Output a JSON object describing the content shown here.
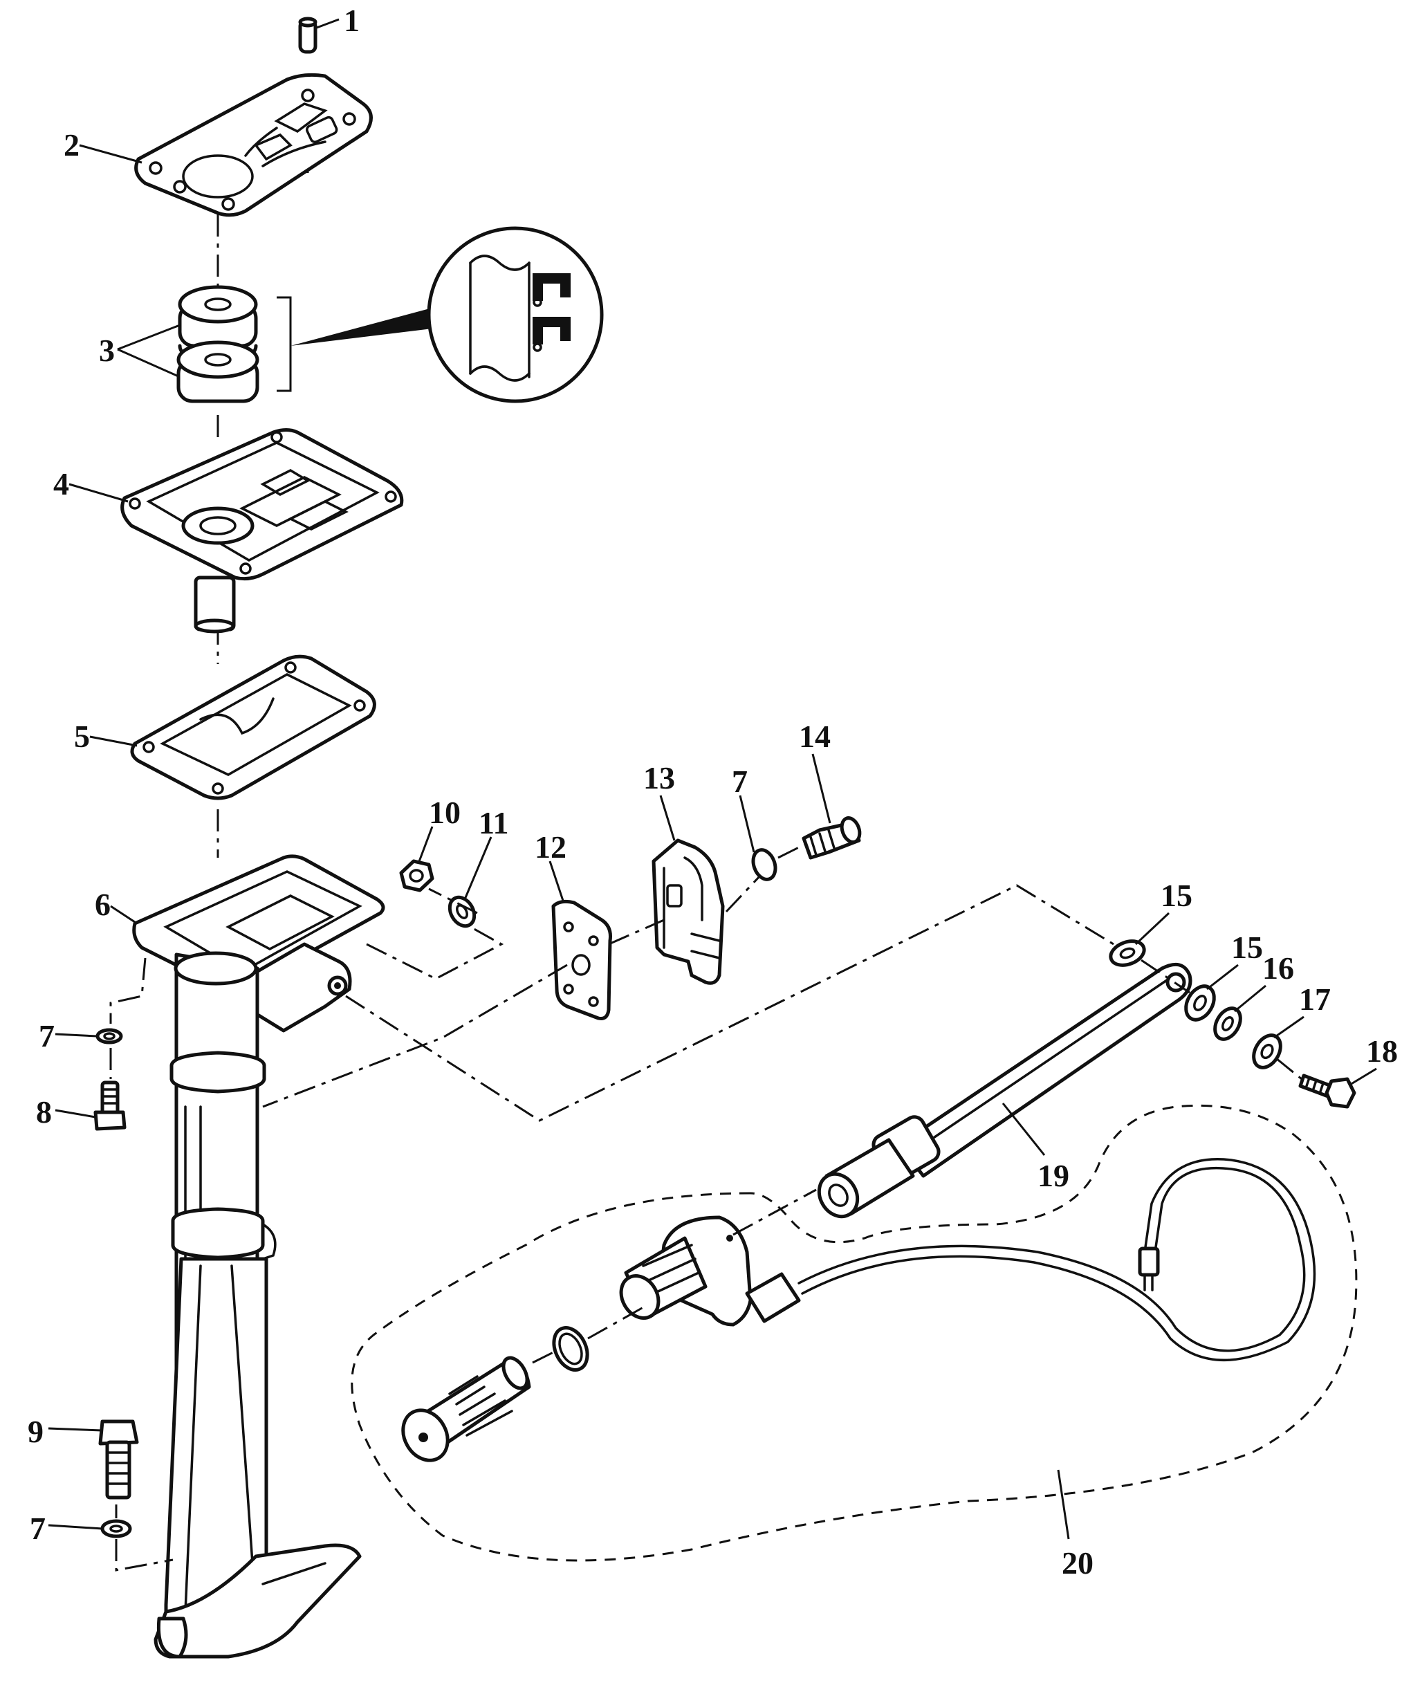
{
  "callouts": [
    {
      "id": "1",
      "label": "1"
    },
    {
      "id": "2",
      "label": "2"
    },
    {
      "id": "3",
      "label": "3"
    },
    {
      "id": "4",
      "label": "4"
    },
    {
      "id": "5",
      "label": "5"
    },
    {
      "id": "6",
      "label": "6"
    },
    {
      "id": "7a",
      "label": "7"
    },
    {
      "id": "7b",
      "label": "7"
    },
    {
      "id": "7c",
      "label": "7"
    },
    {
      "id": "8",
      "label": "8"
    },
    {
      "id": "9",
      "label": "9"
    },
    {
      "id": "10",
      "label": "10"
    },
    {
      "id": "11",
      "label": "11"
    },
    {
      "id": "12",
      "label": "12"
    },
    {
      "id": "13",
      "label": "13"
    },
    {
      "id": "14",
      "label": "14"
    },
    {
      "id": "15a",
      "label": "15"
    },
    {
      "id": "15b",
      "label": "15"
    },
    {
      "id": "16",
      "label": "16"
    },
    {
      "id": "17",
      "label": "17"
    },
    {
      "id": "18",
      "label": "18"
    },
    {
      "id": "19",
      "label": "19"
    },
    {
      "id": "20",
      "label": "20"
    }
  ],
  "colors": {
    "line": "#111111",
    "background": "#ffffff"
  }
}
